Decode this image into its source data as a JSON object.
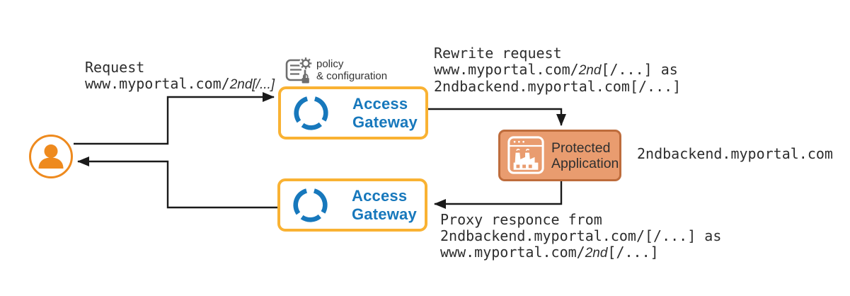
{
  "labels": {
    "request": {
      "line1": "Request",
      "line2_pre": "www.myportal.com/",
      "line2_em": "2nd[/...]"
    },
    "policy": {
      "line1": "policy",
      "line2": "& configuration"
    },
    "rewrite": {
      "line1": "Rewrite request",
      "line2_pre": "www.myportal.com/",
      "line2_em": "2nd",
      "line2_post": "[/...] as",
      "line3": "2ndbackend.myportal.com[/...]"
    },
    "backend_host": "2ndbackend.myportal.com",
    "proxy": {
      "line1": "Proxy responce from",
      "line2": "2ndbackend.myportal.com/[/...] as",
      "line3_pre": "www.myportal.com/",
      "line3_em": "2nd",
      "line3_post": "[/...]"
    }
  },
  "nodes": {
    "gateway_top": {
      "line1": "Access",
      "line2": "Gateway"
    },
    "gateway_bottom": {
      "line1": "Access",
      "line2": "Gateway"
    },
    "protected_app": {
      "line1": "Protected",
      "line2": "Application"
    }
  },
  "icons": {
    "user": "user-icon",
    "gateway": "access-gateway-ring-icon",
    "policy": "policy-document-gear-lock-icon",
    "protected_app": "factory-window-icon"
  },
  "colors": {
    "gateway_border": "#F9B233",
    "gateway_blue": "#1778BC",
    "user_orange": "#EE8A1E",
    "app_fill": "#E99C6F",
    "app_border": "#BE6C3C",
    "icon_gray": "#6E6E6E",
    "label_text": "#2D2D2D",
    "arrow": "#1A1A1A",
    "background": "#FFFFFF"
  }
}
